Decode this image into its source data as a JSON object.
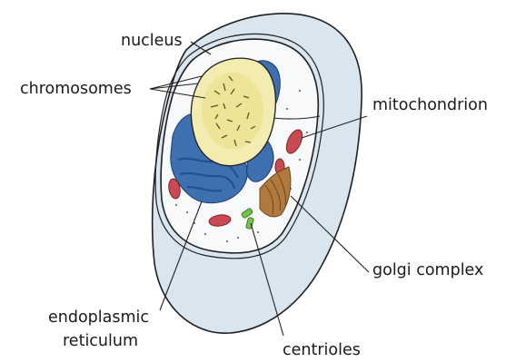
{
  "labels": {
    "nucleus": "nucleus",
    "chromosomes": "chromosomes",
    "mitochondrion": "mitochondrion",
    "golgi_complex": "golgi complex",
    "endoplasmic_line1": "endoplasmic",
    "endoplasmic_line2": "reticulum",
    "centrioles": "centrioles"
  },
  "colors": {
    "outer_cell": "#d9e6ef",
    "cytoplasm": "#f7f9fb",
    "nucleus": "#f2ecb0",
    "nucleus_inner": "#e9e28f",
    "er": "#3e6fb1",
    "er_dark": "#24508f",
    "mitochondria": "#c94a52",
    "golgi": "#b0793d",
    "centriole": "#79c24a"
  }
}
